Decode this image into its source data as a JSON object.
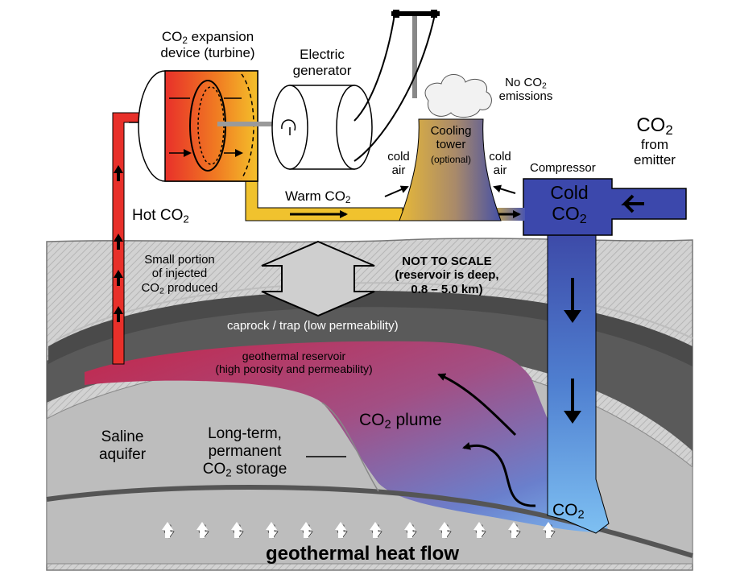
{
  "diagram": {
    "turbine": {
      "line1_pre": "CO",
      "line1_sub": "2",
      "line1_post": " expansion",
      "line2": "device (turbine)"
    },
    "generator": {
      "line1": "Electric",
      "line2": "generator"
    },
    "no_emissions": {
      "line1_pre": "No CO",
      "line1_sub": "2",
      "line2": "emissions"
    },
    "cooling_tower": {
      "line1": "Cooling",
      "line2": "tower",
      "line3": "(optional)"
    },
    "cold_air_left": {
      "line1": "cold",
      "line2": "air"
    },
    "cold_air_right": {
      "line1": "cold",
      "line2": "air"
    },
    "emitter": {
      "line1_pre": "CO",
      "line1_sub": "2",
      "line2": "from",
      "line3": "emitter"
    },
    "compressor": "Compressor",
    "cold_co2": {
      "line1": "Cold",
      "line2_pre": "CO",
      "line2_sub": "2"
    },
    "warm_co2": {
      "pre": "Warm CO",
      "sub": "2"
    },
    "hot_co2": {
      "pre": "Hot CO",
      "sub": "2"
    },
    "small_portion": {
      "line1": "Small portion",
      "line2": "of injected",
      "line3_pre": "CO",
      "line3_sub": "2",
      "line3_post": " produced"
    },
    "not_to_scale": {
      "line1": "NOT TO SCALE",
      "line2": "(reservoir is deep,",
      "line3": "0.8 – 5.0 km)"
    },
    "caprock": "caprock / trap (low permeability)",
    "reservoir": {
      "line1": "geothermal reservoir",
      "line2": "(high porosity and permeability)"
    },
    "plume": {
      "pre": "CO",
      "sub": "2",
      "post": " plume"
    },
    "saline": {
      "line1": "Saline",
      "line2": "aquifer"
    },
    "storage": {
      "line1": "Long-term,",
      "line2": "permanent",
      "line3_pre": "CO",
      "line3_sub": "2",
      "line3_post": " storage"
    },
    "co2_bottom": {
      "pre": "CO",
      "sub": "2"
    },
    "heat_flow": "geothermal heat flow",
    "colors": {
      "hot": "#e8302a",
      "warm": "#f2c12e",
      "cold": "#3f4fb0",
      "reservoir": "#b8335e",
      "rock": "#cfcfcf",
      "caprock": "#555555",
      "aquifer": "#bdbdbd"
    }
  }
}
